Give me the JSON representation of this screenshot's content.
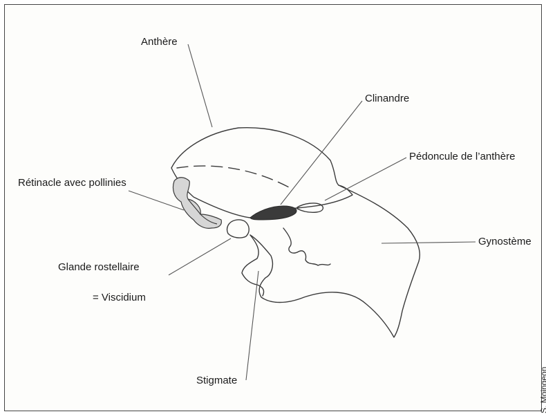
{
  "labels": {
    "anthere": "Anthère",
    "clinandre": "Clinandre",
    "pedoncule": "Pédoncule de l’anthère",
    "retinacle": "Rétinacle avec pollinies",
    "gynosteme": "Gynostème",
    "glande": "Glande rostellaire",
    "viscidium": "= Viscidium",
    "stigmate": "Stigmate"
  },
  "credit": "S. Moingeon",
  "colors": {
    "ink": "#3a3a3a",
    "clinandre_fill": "#3b3b3b",
    "pollinia_fill": "#d6d6d6"
  }
}
